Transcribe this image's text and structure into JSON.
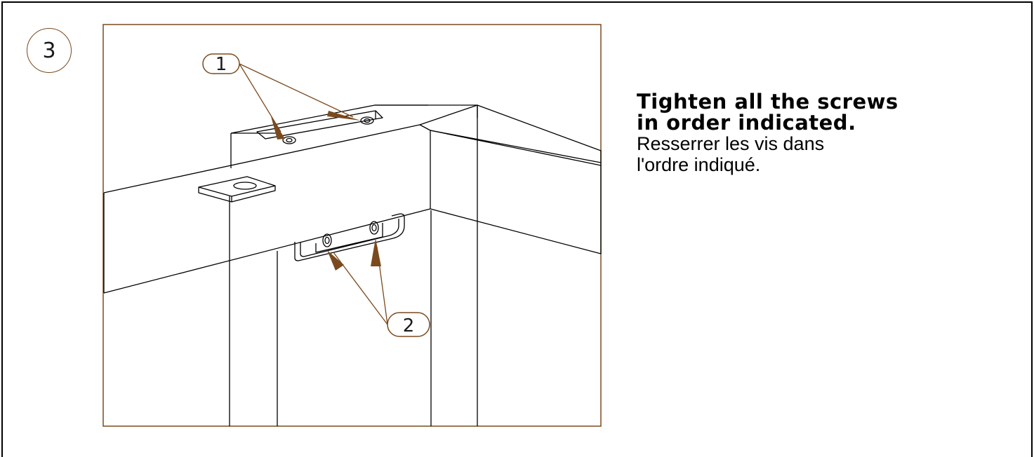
{
  "step": {
    "number": "3"
  },
  "instructions": {
    "title_lines": [
      "Tighten all the screws",
      "in order indicated."
    ],
    "subtitle_lines": [
      "Resserrer les vis dans",
      "l'ordre indiqué."
    ]
  },
  "callouts": {
    "first": "1",
    "second": "2"
  },
  "colors": {
    "frame": "#7a4a1e",
    "line": "#000000",
    "arrow": "#7a4a1e"
  }
}
